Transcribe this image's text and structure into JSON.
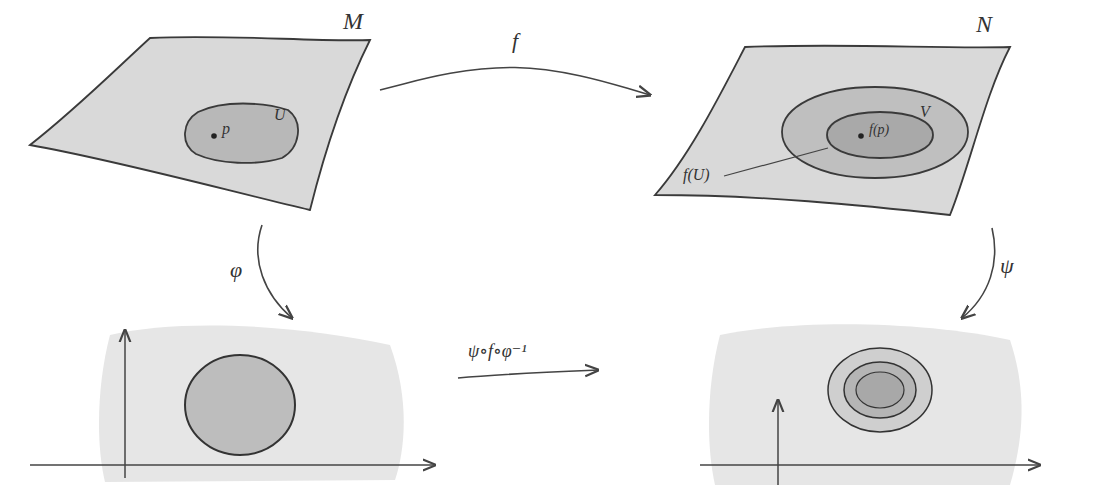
{
  "diagram": {
    "nodes": [
      {
        "text": [
          "M"
        ]
      },
      {
        "text": [
          "U",
          "p"
        ],
        "in": 0
      },
      {
        "text": [
          "N"
        ]
      },
      {
        "text": [
          "V"
        ],
        "in": 2
      },
      {
        "text": [
          "f(U)",
          "f(p)"
        ],
        "in": 3
      }
    ],
    "edges": [
      {
        "from": 0,
        "to": 2,
        "label": "f",
        "arrow": "to"
      }
    ],
    "labels": [
      "φ",
      "ψ",
      "ψ∘f∘φ⁻¹"
    ]
  }
}
